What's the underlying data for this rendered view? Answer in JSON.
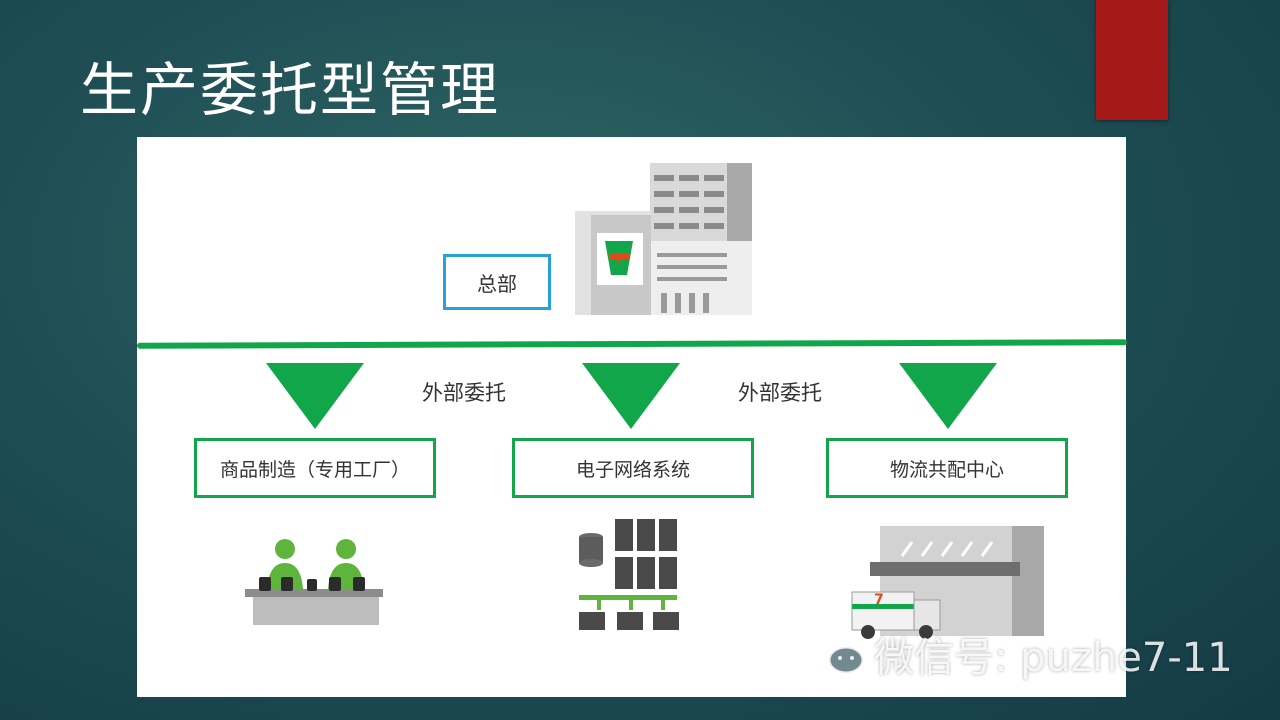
{
  "slide": {
    "title": "生产委托型管理",
    "accent_color": "#a51818"
  },
  "headquarters": {
    "label": "总部",
    "building_icon": "7-eleven-building-icon"
  },
  "delegations": [
    "外部委托",
    "外部委托"
  ],
  "categories": [
    {
      "label": "商品制造（专用工厂）",
      "icon": "factory-workers-icon"
    },
    {
      "label": "电子网络系统",
      "icon": "server-network-icon"
    },
    {
      "label": "物流共配中心",
      "icon": "distribution-center-truck-icon"
    }
  ],
  "colors": {
    "green": "#12a64a",
    "blue_border": "#2aa0d8",
    "background": "#1f4f55"
  },
  "watermark": {
    "text": "微信号: puzhe7-11",
    "icon": "wechat-icon"
  }
}
